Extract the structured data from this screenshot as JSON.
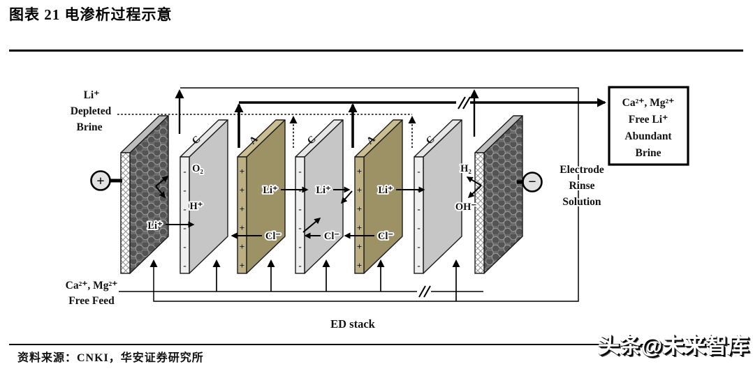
{
  "page": {
    "title": "图表 21 电渗析过程示意",
    "source": "资料来源：CNKI，华安证券研究所",
    "watermark": "头条@未来智库"
  },
  "diagram": {
    "labels": {
      "depleted_brine": [
        "Li⁺",
        "Depleted",
        "Brine"
      ],
      "feed": [
        "Ca²⁺, Mg²⁺",
        "Free Feed"
      ],
      "electrode_rinse": [
        "Electrode",
        "Rinse",
        "Solution"
      ],
      "ed_stack": "ED stack",
      "product_box": [
        "Ca²⁺, Mg²⁺",
        "Free Li⁺",
        "Abundant",
        "Brine"
      ]
    },
    "electrodes": {
      "anode_symbol": "+",
      "cathode_symbol": "−"
    },
    "membrane_sequence": [
      "C",
      "A",
      "C",
      "A",
      "C"
    ],
    "charge_symbols": {
      "C": "-",
      "A": "+"
    },
    "ions": {
      "o2": "O₂",
      "h_plus": "H⁺",
      "li_plus": "Li⁺",
      "cl_minus": "Cl⁻",
      "h2": "H₂",
      "oh_minus": "OH⁻"
    }
  }
}
